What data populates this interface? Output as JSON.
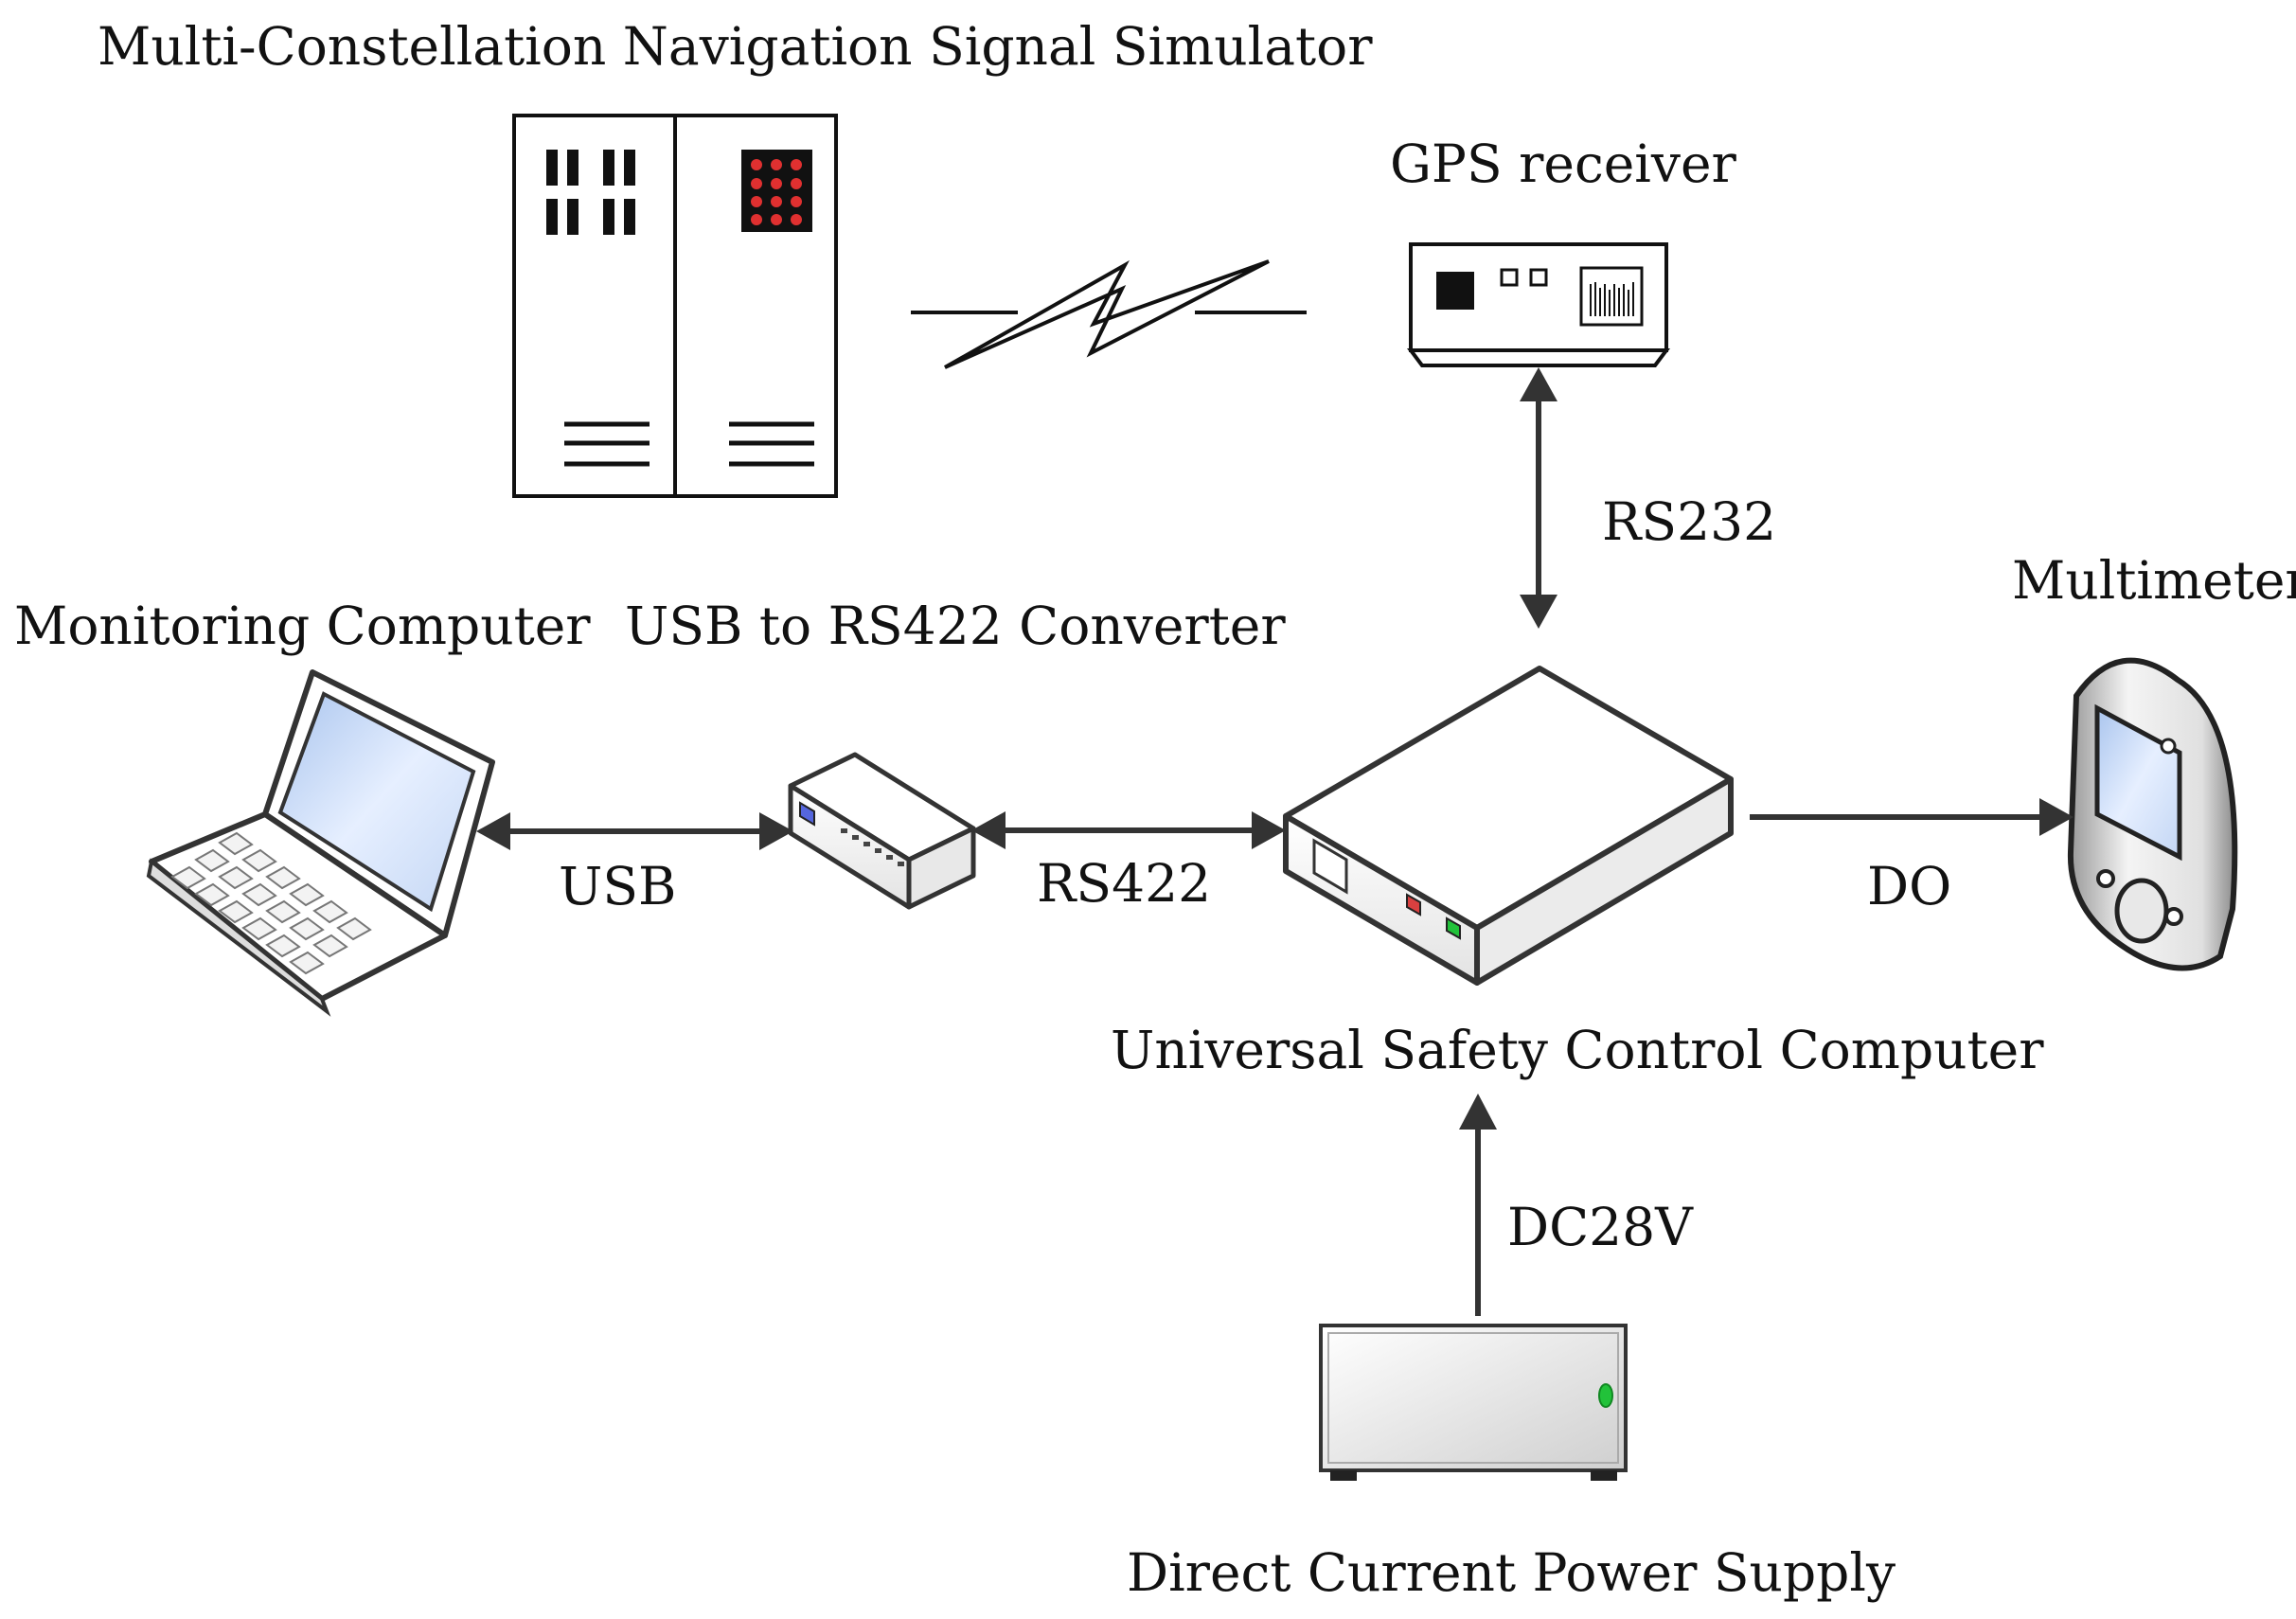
{
  "nodes": {
    "simulator": {
      "label": "Multi-Constellation Navigation Signal Simulator"
    },
    "gps_receiver": {
      "label": "GPS receiver"
    },
    "monitoring_computer": {
      "label": "Monitoring Computer"
    },
    "converter": {
      "label": "USB to RS422 Converter"
    },
    "control_computer": {
      "label": "Universal Safety Control Computer"
    },
    "multimeter": {
      "label": "Multimeter"
    },
    "power_supply": {
      "label": "Direct Current Power Supply"
    }
  },
  "edges": {
    "rs232": {
      "label": "RS232"
    },
    "usb": {
      "label": "USB"
    },
    "rs422": {
      "label": "RS422"
    },
    "do": {
      "label": "DO"
    },
    "dc28v": {
      "label": "DC28V"
    }
  },
  "colors": {
    "line": "#333333",
    "led_red": "#d94040",
    "led_green": "#22c23a",
    "screen_blue": "#c9dcf6",
    "indicator_blue": "#5566dd"
  }
}
